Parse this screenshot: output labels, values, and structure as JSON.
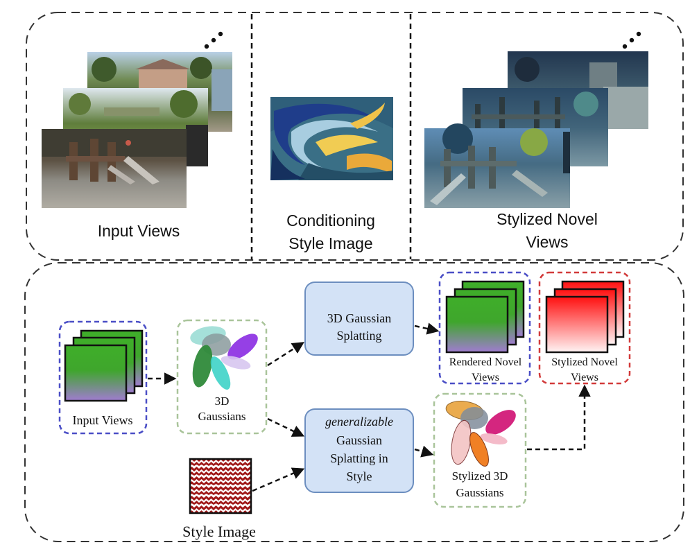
{
  "top_panel": {
    "input_views_label": "Input Views",
    "style_image_label_line1": "Conditioning",
    "style_image_label_line2": "Style Image",
    "stylized_views_label_line1": "Stylized Novel",
    "stylized_views_label_line2": "Views"
  },
  "pipeline": {
    "input_views": "Input Views",
    "gaussians_line1": "3D",
    "gaussians_line2": "Gaussians",
    "splatting_line1": "3D Gaussian",
    "splatting_line2": "Splatting",
    "rendered_line1": "Rendered Novel",
    "rendered_line2": "Views",
    "stylized_views_line1": "Stylized Novel",
    "stylized_views_line2": "Views",
    "gen_line1": "generalizable",
    "gen_line2": "Gaussian",
    "gen_line3": "Splatting in",
    "gen_line4": "Style",
    "stylized_gaussians_line1": "Stylized 3D",
    "stylized_gaussians_line2": "Gaussians",
    "style_image": "Style Image"
  },
  "colors": {
    "blue_dash": "#4a4ec6",
    "green_dash": "#a9c49a",
    "red_dash": "#d23a3a",
    "process_fill": "#d3e2f6",
    "process_stroke": "#6c8ebf",
    "view_top": "#3fae2a",
    "view_bottom": "#9b7cc9",
    "styl_top": "#ff1a1a",
    "styl_bottom": "#ffffff"
  }
}
